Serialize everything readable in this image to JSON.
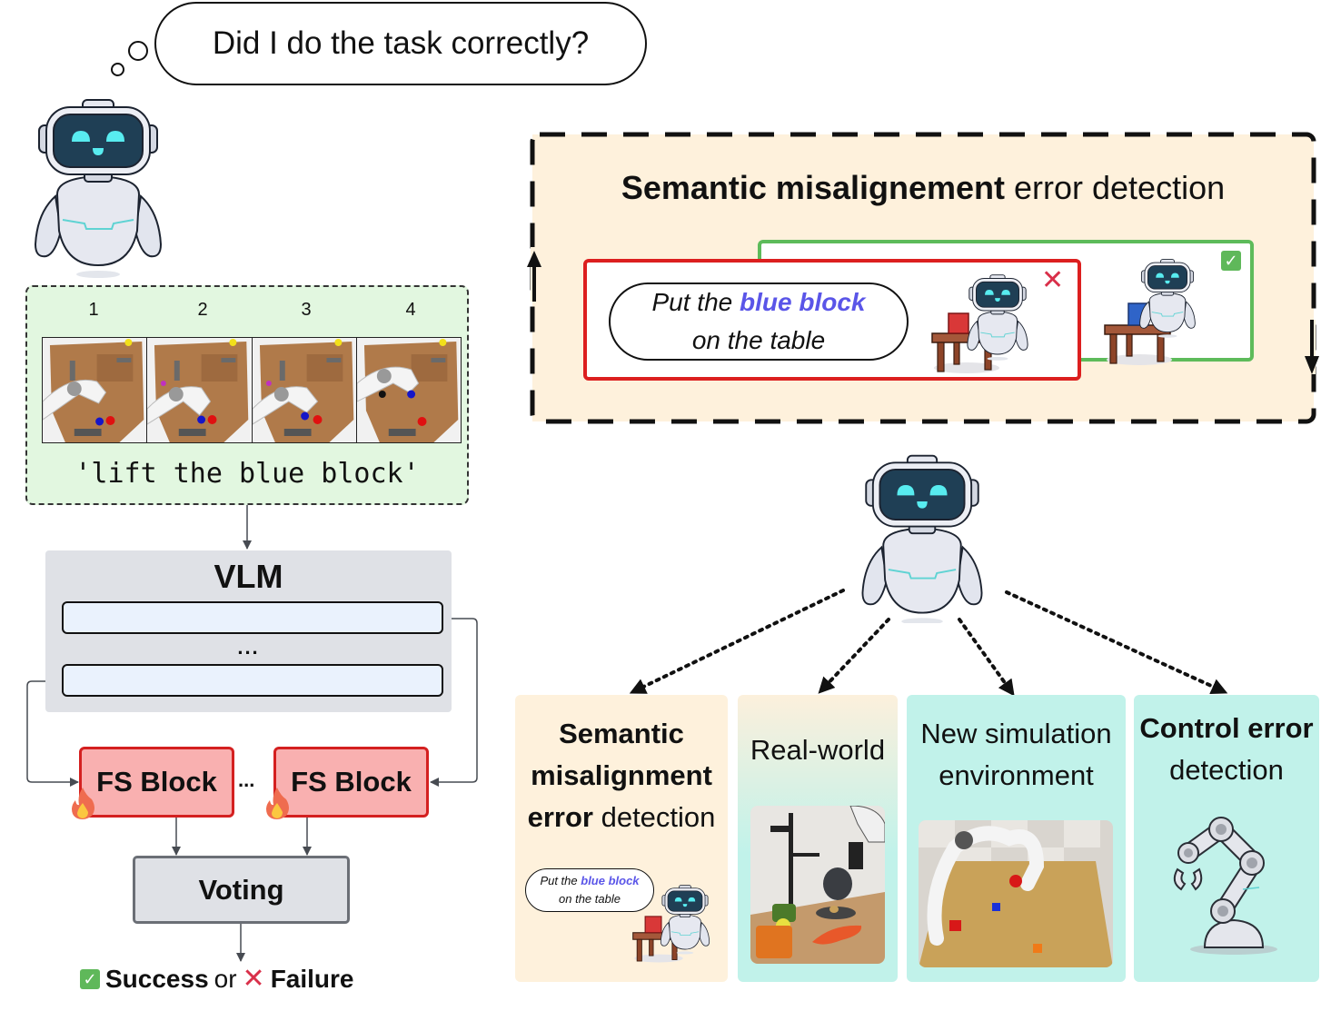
{
  "thought": {
    "text": "Did I do the task correctly?"
  },
  "input_panel": {
    "frame_numbers": [
      "1",
      "2",
      "3",
      "4"
    ],
    "instruction": "'lift the blue block'"
  },
  "vlm": {
    "title": "VLM",
    "dots": "..."
  },
  "fs_blocks": [
    {
      "label": "FS Block"
    },
    {
      "label": "FS Block"
    }
  ],
  "fs_dots": "...",
  "voting": {
    "label": "Voting"
  },
  "result": {
    "success": "Success",
    "or": "or",
    "failure": "Failure"
  },
  "semantic_panel": {
    "title_bold": "Semantic misalignement",
    "title_rest": " error detection",
    "prompt_line1_pre": "Put the ",
    "prompt_line1_highlight": "blue block",
    "prompt_line2": "on the table",
    "wrong_block_color": "#d93838",
    "right_block_color": "#2f64c8"
  },
  "cards": [
    {
      "title_lines": [
        {
          "bold": "Semantic",
          "rest": ""
        },
        {
          "bold": "misalignment",
          "rest": ""
        },
        {
          "bold": "error",
          "rest": " detection"
        }
      ],
      "prompt_pre": "Put the ",
      "prompt_highlight": "blue block",
      "prompt_line2": "on the table",
      "bg": "#fef1dc"
    },
    {
      "title_lines": [
        {
          "bold": "",
          "rest": "Real-world"
        }
      ],
      "bg": "gradient"
    },
    {
      "title_lines": [
        {
          "bold": "",
          "rest": "New simulation"
        },
        {
          "bold": "",
          "rest": "environment"
        }
      ],
      "bg": "#c1f2ea"
    },
    {
      "title_lines": [
        {
          "bold": "Control error",
          "rest": ""
        },
        {
          "bold": "",
          "rest": "detection"
        }
      ],
      "bg": "#c1f2ea"
    }
  ],
  "colors": {
    "accent_blue_text": "#5a55e8",
    "fail_red": "#dc1f1f",
    "success_green": "#5dbb5a",
    "fs_fill": "#f9b0b0",
    "vlm_fill": "#dfe1e6",
    "input_fill": "#e2f7e0",
    "semantic_fill": "#fef1dc",
    "sim_fill": "#c1f2ea"
  }
}
